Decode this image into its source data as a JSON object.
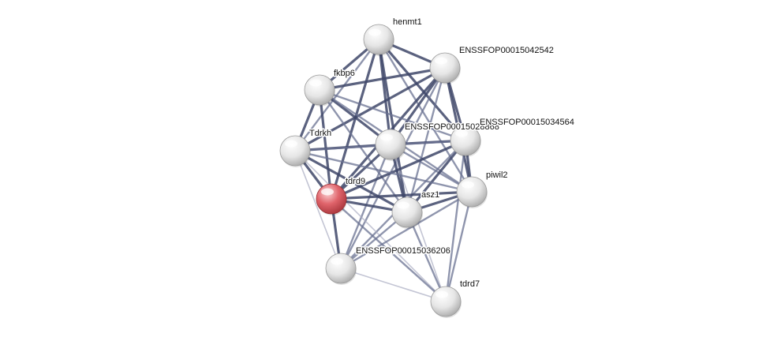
{
  "colors": {
    "query_node": "#e0646b",
    "node": "#e8e8e8",
    "edge_strong": "#3e4668",
    "edge_medium": "#6a7191",
    "edge_weak": "#a9adc2"
  },
  "network": {
    "nodes": [
      {
        "id": "henmt1",
        "label": "henmt1",
        "query": false
      },
      {
        "id": "enss42542",
        "label": "ENSSFOP00015042542",
        "query": false
      },
      {
        "id": "fkbp6",
        "label": "fkbp6",
        "query": false
      },
      {
        "id": "enss28868",
        "label": "ENSSFOP00015028868",
        "query": false
      },
      {
        "id": "enss34564",
        "label": "ENSSFOP00015034564",
        "query": false
      },
      {
        "id": "tdrkh",
        "label": "Tdrkh",
        "query": false
      },
      {
        "id": "tdrd9",
        "label": "tdrd9",
        "query": true
      },
      {
        "id": "asz1",
        "label": "asz1",
        "query": false
      },
      {
        "id": "piwil2",
        "label": "piwil2",
        "query": false
      },
      {
        "id": "enss36206",
        "label": "ENSSFOP00015036206",
        "query": false
      },
      {
        "id": "tdrd7",
        "label": "tdrd7",
        "query": false
      }
    ],
    "edges": [
      [
        "henmt1",
        "enss42542",
        3
      ],
      [
        "henmt1",
        "fkbp6",
        3
      ],
      [
        "henmt1",
        "enss28868",
        3
      ],
      [
        "henmt1",
        "enss34564",
        3
      ],
      [
        "henmt1",
        "tdrkh",
        2
      ],
      [
        "henmt1",
        "tdrd9",
        3
      ],
      [
        "henmt1",
        "asz1",
        3
      ],
      [
        "henmt1",
        "piwil2",
        2
      ],
      [
        "enss42542",
        "fkbp6",
        3
      ],
      [
        "enss42542",
        "enss28868",
        3
      ],
      [
        "enss42542",
        "enss34564",
        3
      ],
      [
        "enss42542",
        "tdrkh",
        3
      ],
      [
        "enss42542",
        "tdrd9",
        3
      ],
      [
        "enss42542",
        "asz1",
        2
      ],
      [
        "enss42542",
        "piwil2",
        3
      ],
      [
        "enss42542",
        "enss36206",
        2
      ],
      [
        "fkbp6",
        "enss28868",
        3
      ],
      [
        "fkbp6",
        "tdrkh",
        3
      ],
      [
        "fkbp6",
        "tdrd9",
        3
      ],
      [
        "fkbp6",
        "asz1",
        2
      ],
      [
        "fkbp6",
        "enss34564",
        2
      ],
      [
        "fkbp6",
        "piwil2",
        2
      ],
      [
        "enss28868",
        "enss34564",
        3
      ],
      [
        "enss28868",
        "tdrkh",
        3
      ],
      [
        "enss28868",
        "tdrd9",
        3
      ],
      [
        "enss28868",
        "asz1",
        3
      ],
      [
        "enss28868",
        "piwil2",
        2
      ],
      [
        "enss28868",
        "enss36206",
        2
      ],
      [
        "enss28868",
        "tdrd7",
        1
      ],
      [
        "enss34564",
        "tdrkh",
        2
      ],
      [
        "enss34564",
        "tdrd9",
        3
      ],
      [
        "enss34564",
        "asz1",
        3
      ],
      [
        "enss34564",
        "piwil2",
        3
      ],
      [
        "enss34564",
        "enss36206",
        2
      ],
      [
        "enss34564",
        "tdrd7",
        2
      ],
      [
        "tdrkh",
        "tdrd9",
        3
      ],
      [
        "tdrkh",
        "asz1",
        3
      ],
      [
        "tdrkh",
        "piwil2",
        2
      ],
      [
        "tdrkh",
        "enss36206",
        1
      ],
      [
        "tdrkh",
        "tdrd7",
        1
      ],
      [
        "tdrd9",
        "asz1",
        3
      ],
      [
        "tdrd9",
        "piwil2",
        3
      ],
      [
        "tdrd9",
        "enss36206",
        3
      ],
      [
        "tdrd9",
        "tdrd7",
        2
      ],
      [
        "asz1",
        "piwil2",
        3
      ],
      [
        "asz1",
        "enss36206",
        2
      ],
      [
        "asz1",
        "tdrd7",
        2
      ],
      [
        "piwil2",
        "enss36206",
        2
      ],
      [
        "piwil2",
        "tdrd7",
        2
      ],
      [
        "enss36206",
        "tdrd7",
        1
      ]
    ]
  }
}
